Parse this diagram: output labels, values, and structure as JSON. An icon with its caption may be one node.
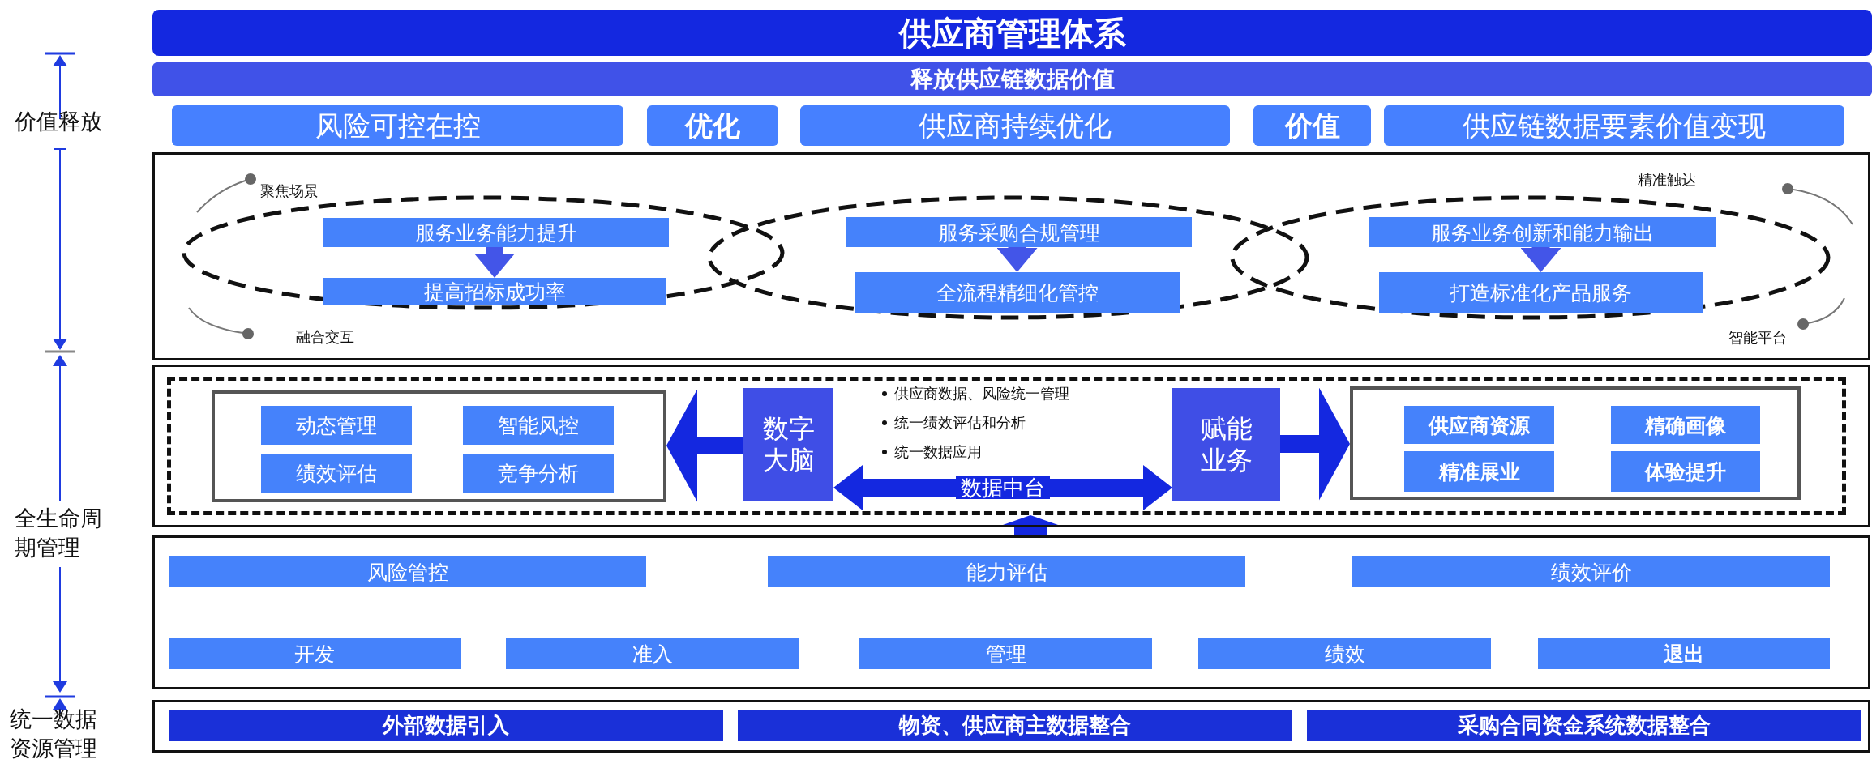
{
  "diagram": {
    "nodes": [
      {
        "text": [
          "供应商管理体系"
        ]
      },
      {
        "text": [
          "释放供应链数据价值"
        ]
      },
      {
        "text": [
          "风险可控在控"
        ]
      },
      {
        "text": [
          "优化"
        ]
      },
      {
        "text": [
          "供应商持续优化"
        ]
      },
      {
        "text": [
          "价值"
        ]
      },
      {
        "text": [
          "供应链数据要素价值变现"
        ]
      },
      {
        "text": [],
        "shape": "box"
      },
      {
        "text": [],
        "shape": "ellipse",
        "in": 7
      },
      {
        "text": [
          "服务业务能力提升"
        ],
        "in": 8
      },
      {
        "text": [
          "提高招标成功率"
        ],
        "in": 8
      },
      {
        "text": [],
        "shape": "ellipse",
        "in": 7
      },
      {
        "text": [
          "服务采购合规管理"
        ],
        "in": 11
      },
      {
        "text": [
          "全流程精细化管控"
        ],
        "in": 11
      },
      {
        "text": [],
        "shape": "ellipse",
        "in": 7
      },
      {
        "text": [
          "服务业务创新和能力输出"
        ],
        "in": 14
      },
      {
        "text": [
          "打造标准化产品服务"
        ],
        "in": 14
      },
      {
        "text": [],
        "shape": "box"
      },
      {
        "text": [],
        "shape": "box",
        "in": 17
      },
      {
        "text": [],
        "shape": "box",
        "in": 18
      },
      {
        "text": [
          "动态管理"
        ],
        "in": 19
      },
      {
        "text": [
          "智能风控"
        ],
        "in": 19
      },
      {
        "text": [
          "绩效评估"
        ],
        "in": 19
      },
      {
        "text": [
          "竞争分析"
        ],
        "in": 19
      },
      {
        "text": [
          "数字大脑"
        ],
        "in": 18
      },
      {
        "text": [
          "赋能业务"
        ],
        "in": 18
      },
      {
        "text": [],
        "shape": "box",
        "in": 18
      },
      {
        "text": [
          "供应商资源"
        ],
        "in": 26
      },
      {
        "text": [
          "精确画像"
        ],
        "in": 26
      },
      {
        "text": [
          "精准展业"
        ],
        "in": 26
      },
      {
        "text": [
          "体验提升"
        ],
        "in": 26
      },
      {
        "text": [],
        "shape": "box"
      },
      {
        "text": [
          "风险管控"
        ],
        "in": 31
      },
      {
        "text": [
          "能力评估"
        ],
        "in": 31
      },
      {
        "text": [
          "绩效评价"
        ],
        "in": 31
      },
      {
        "text": [
          "开发"
        ],
        "in": 31
      },
      {
        "text": [
          "准入"
        ],
        "in": 31
      },
      {
        "text": [
          "管理"
        ],
        "in": 31
      },
      {
        "text": [
          "绩效"
        ],
        "in": 31
      },
      {
        "text": [
          "退出"
        ],
        "in": 31
      },
      {
        "text": [],
        "shape": "box"
      },
      {
        "text": [
          "外部数据引入"
        ],
        "in": 40
      },
      {
        "text": [
          "物资、供应商主数据整合"
        ],
        "in": 40
      },
      {
        "text": [
          "采购合同资金系统数据整合"
        ],
        "in": 40
      }
    ],
    "edges": [
      {
        "from": 9,
        "to": 10,
        "arrow": "to"
      },
      {
        "from": 12,
        "to": 13,
        "arrow": "to"
      },
      {
        "from": 15,
        "to": 16,
        "arrow": "to"
      },
      {
        "from": 24,
        "to": 19,
        "arrow": "to",
        "color": "#1428e0"
      },
      {
        "from": 25,
        "to": 26,
        "arrow": "to",
        "color": "#1428e0"
      },
      {
        "from": 24,
        "to": 25,
        "arrow": "both",
        "label": "数据中台",
        "color": "#1428e0"
      },
      {
        "from": 31,
        "to": 18,
        "arrow": "to",
        "style": "thick",
        "color": "#1428e0"
      }
    ],
    "labels": [
      "价值释放",
      "聚焦场景",
      "精准触达",
      "融合交互",
      "智能平台",
      "供应商数据、风险统一管理",
      "统一绩效评估和分析",
      "统一数据应用",
      "全生命周期管理",
      "统一数据资源管理"
    ]
  }
}
